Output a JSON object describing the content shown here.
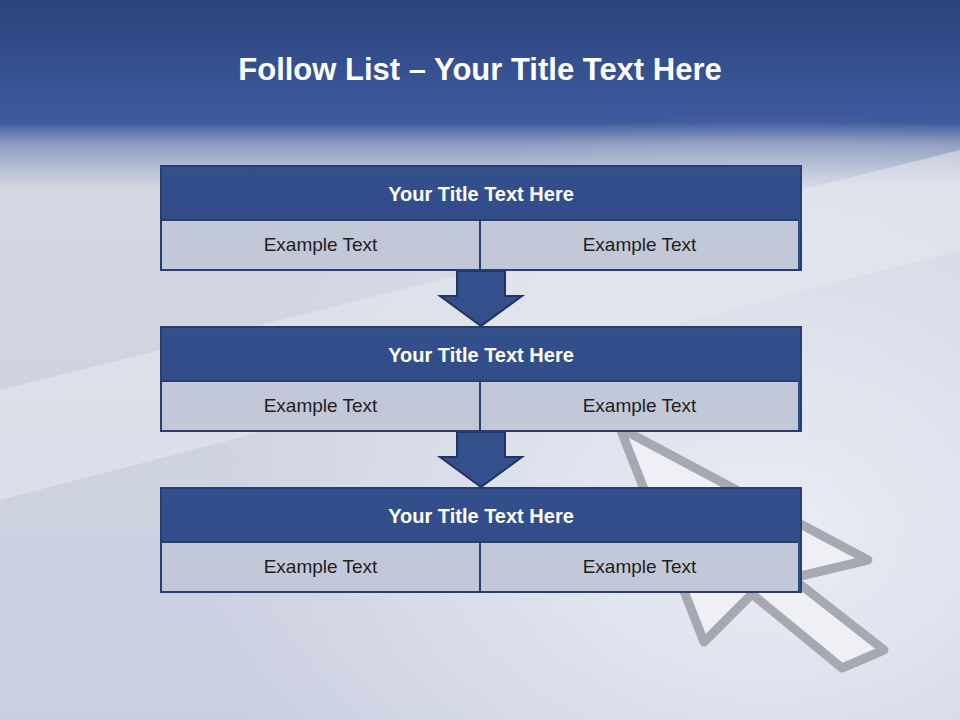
{
  "diagram": {
    "title": "Follow List – Your Title Text Here",
    "nodes": [
      {
        "text": [
          "Your Title Text Here"
        ]
      },
      {
        "text": [
          "Example Text"
        ],
        "in": 0
      },
      {
        "text": [
          "Example Text"
        ],
        "in": 0
      },
      {
        "text": [
          "Your Title Text Here"
        ]
      },
      {
        "text": [
          "Example Text"
        ],
        "in": 3
      },
      {
        "text": [
          "Example Text"
        ],
        "in": 3
      },
      {
        "text": [
          "Your Title Text Here"
        ]
      },
      {
        "text": [
          "Example Text"
        ],
        "in": 6
      },
      {
        "text": [
          "Example Text"
        ],
        "in": 6
      }
    ],
    "edges": [
      {
        "from": 0,
        "to": 3,
        "arrow": "to"
      },
      {
        "from": 3,
        "to": 6,
        "arrow": "to"
      }
    ]
  }
}
